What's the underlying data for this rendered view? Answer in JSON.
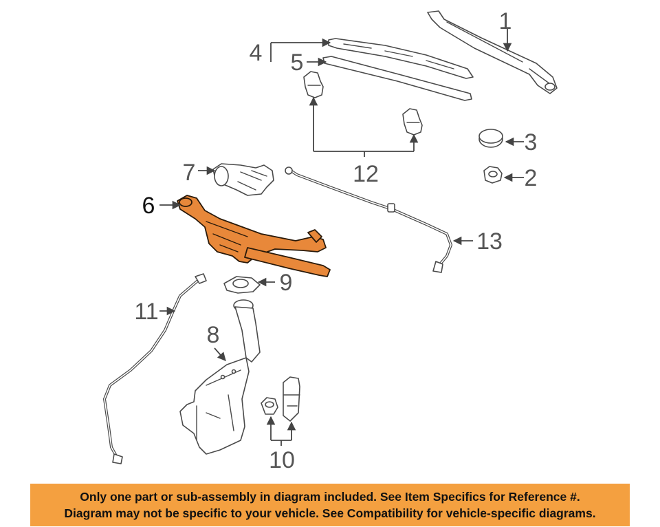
{
  "diagram": {
    "callouts": {
      "c1": "1",
      "c2": "2",
      "c3": "3",
      "c4": "4",
      "c5": "5",
      "c6": "6",
      "c7": "7",
      "c8": "8",
      "c9": "9",
      "c10": "10",
      "c11": "11",
      "c12": "12",
      "c13": "13"
    },
    "highlighted_part": "6",
    "highlight_color": "#e8883a"
  },
  "banner": {
    "line1": "Only one part or sub-assembly in diagram included. See Item Specifics for Reference #.",
    "line2": "Diagram may not be specific to your vehicle. See Compatibility for vehicle-specific diagrams.",
    "background": "#f4a040"
  }
}
